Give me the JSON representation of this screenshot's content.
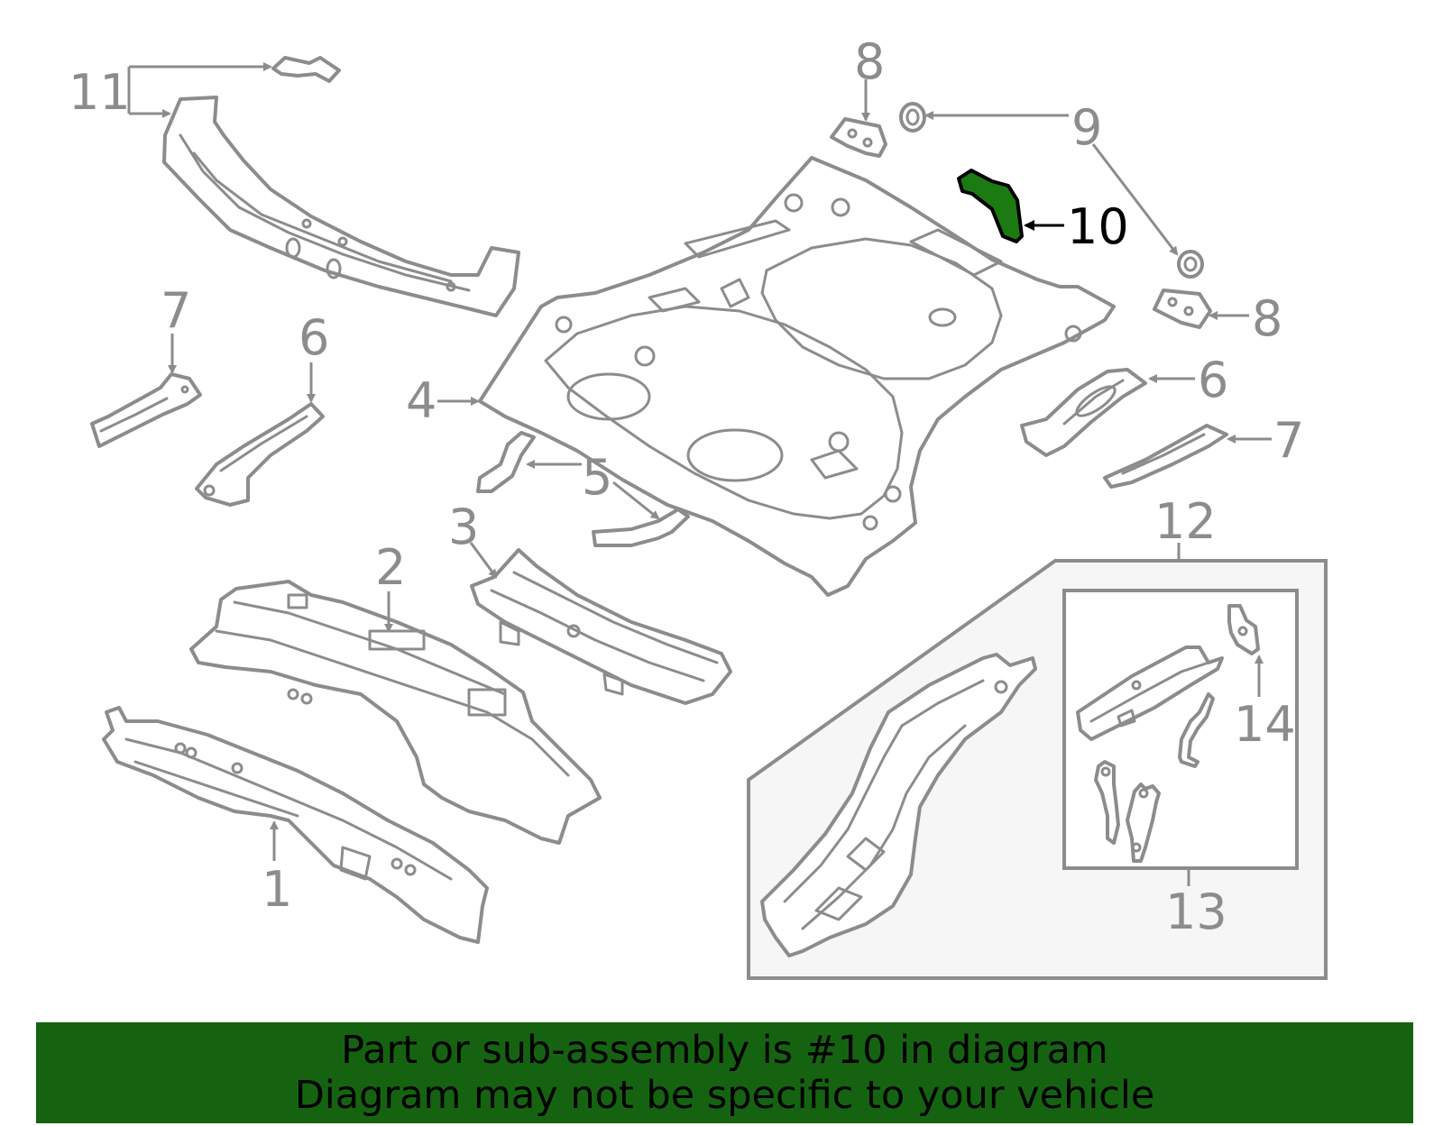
{
  "diagram": {
    "callouts": {
      "c1": "1",
      "c2": "2",
      "c3": "3",
      "c4": "4",
      "c5": "5",
      "c6_left": "6",
      "c6_right": "6",
      "c7_left": "7",
      "c7_right": "7",
      "c8_top": "8",
      "c8_right": "8",
      "c9": "9",
      "c10": "10",
      "c11": "11",
      "c12": "12",
      "c13": "13",
      "c14": "14"
    },
    "highlighted_part": "10",
    "colors": {
      "line": "#8c8c8c",
      "highlight_fill": "#1c7a12",
      "highlight_label": "#000000",
      "banner": "#156311"
    }
  },
  "footer": {
    "line1": "Part or sub-assembly is #10 in diagram",
    "line2": "Diagram may not be specific to your vehicle"
  }
}
